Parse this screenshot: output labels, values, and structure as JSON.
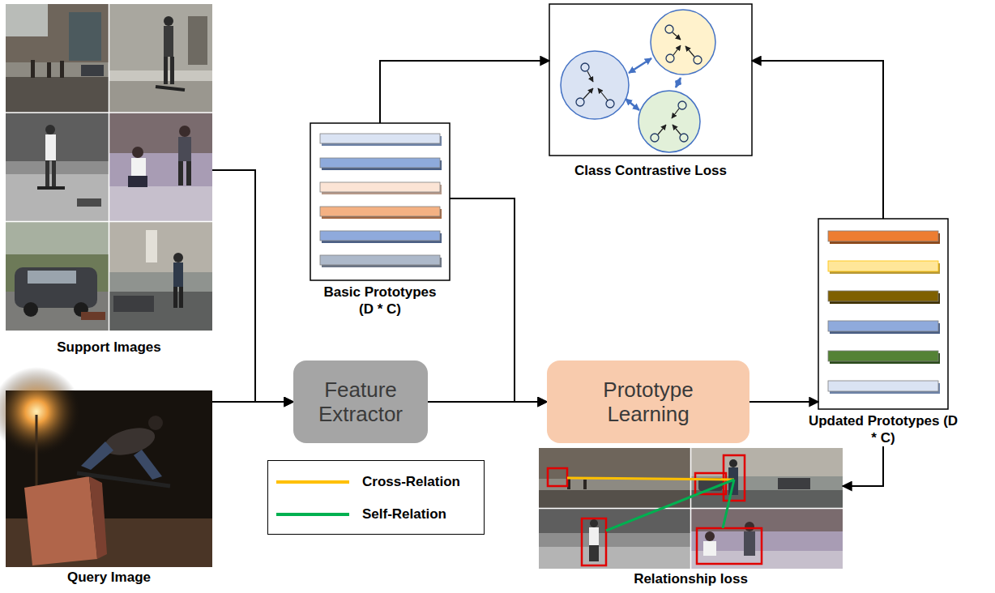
{
  "diagram": {
    "nodes": [
      {
        "text": [
          "Support Images"
        ]
      },
      {
        "text": [
          "Basic Prototypes (D * C)"
        ]
      },
      {
        "text": [
          "Class Contrastive Loss"
        ]
      },
      {
        "text": [
          "Prototype Learning"
        ]
      },
      {
        "text": [
          "Feature Extractor"
        ]
      },
      {
        "text": [
          "Updated Prototypes (D * C)"
        ]
      },
      {
        "text": [
          "Query Image"
        ]
      },
      {
        "text": [
          "Relationship loss"
        ]
      }
    ],
    "edges": [
      {
        "from": 0,
        "to": 4,
        "arrow": "to"
      },
      {
        "from": 6,
        "to": 4,
        "arrow": "to"
      },
      {
        "from": 1,
        "to": 3,
        "arrow": "to"
      },
      {
        "from": 4,
        "to": 3,
        "arrow": "to"
      },
      {
        "from": 1,
        "to": 2,
        "arrow": "to"
      },
      {
        "from": 3,
        "to": 5,
        "arrow": "to"
      },
      {
        "from": 5,
        "to": 2,
        "arrow": "to"
      },
      {
        "from": 5,
        "to": 7,
        "arrow": "to"
      }
    ],
    "legend": [
      {
        "text": "Cross-Relation"
      },
      {
        "text": "Self-Relation"
      }
    ]
  }
}
